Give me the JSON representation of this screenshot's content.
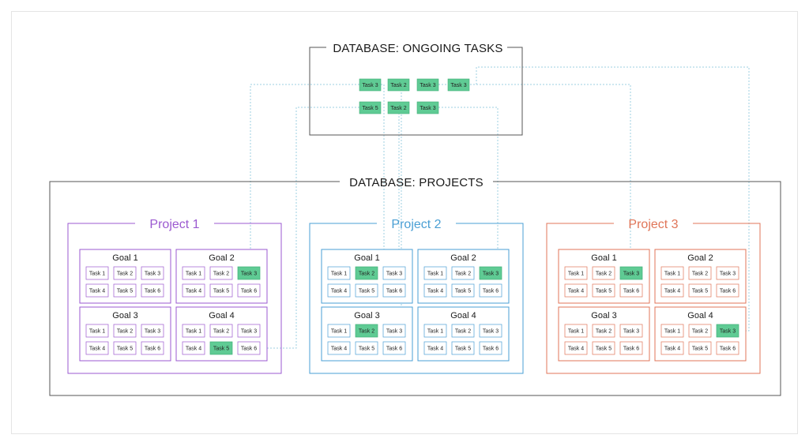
{
  "diagram": {
    "ongoing_db_title": "DATABASE: ONGOING TASKS",
    "projects_db_title": "DATABASE: PROJECTS",
    "task_labels": [
      "Task 1",
      "Task 2",
      "Task 3",
      "Task 4",
      "Task 5",
      "Task 6"
    ],
    "goal_labels": [
      "Goal 1",
      "Goal 2",
      "Goal 3",
      "Goal 4"
    ],
    "ongoing_tasks": [
      {
        "label": "Task 3"
      },
      {
        "label": "Task 2"
      },
      {
        "label": "Task 3"
      },
      {
        "label": "Task 3"
      },
      {
        "label": "Task 5"
      },
      {
        "label": "Task 2"
      },
      {
        "label": "Task 3"
      }
    ],
    "projects": [
      {
        "name": "Project 1",
        "color": "#9b59d0",
        "highlighted": [
          [],
          [
            3
          ],
          [],
          [
            5
          ]
        ]
      },
      {
        "name": "Project 2",
        "color": "#4a9fd4",
        "highlighted": [
          [
            2
          ],
          [
            3
          ],
          [
            2
          ],
          []
        ]
      },
      {
        "name": "Project 3",
        "color": "#e07558",
        "highlighted": [
          [
            3
          ],
          [],
          [],
          [
            3
          ]
        ]
      }
    ],
    "colors": {
      "task_highlight": "#5fcb94",
      "task_highlight_border": "#41b07a",
      "connector": "#9ccfe0",
      "frame": "#555555"
    }
  }
}
